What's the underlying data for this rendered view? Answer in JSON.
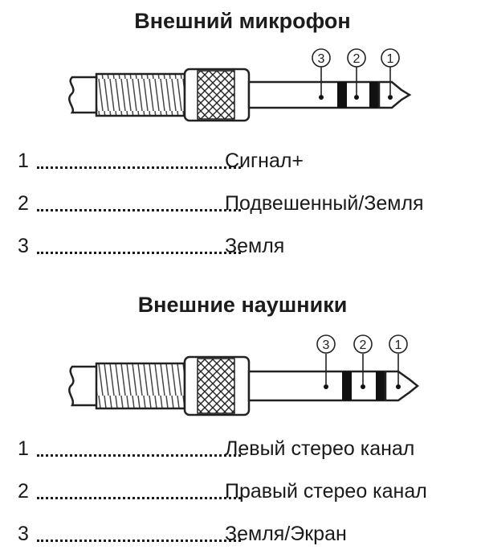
{
  "sections": [
    {
      "title": "Внешний микрофон",
      "markers": [
        "3",
        "2",
        "1"
      ],
      "rows": [
        {
          "num": "1",
          "label": "Сигнал+"
        },
        {
          "num": "2",
          "label": "Подвешенный/Земля"
        },
        {
          "num": "3",
          "label": "Земля"
        }
      ]
    },
    {
      "title": "Внешние наушники",
      "markers": [
        "3",
        "2",
        "1"
      ],
      "rows": [
        {
          "num": "1",
          "label": "Левый стерео канал"
        },
        {
          "num": "2",
          "label": "Правый стерео канал"
        },
        {
          "num": "3",
          "label": "Земля/Экран"
        }
      ]
    }
  ],
  "colors": {
    "ink": "#1a1a1a",
    "band": "#111111",
    "background": "#ffffff"
  }
}
